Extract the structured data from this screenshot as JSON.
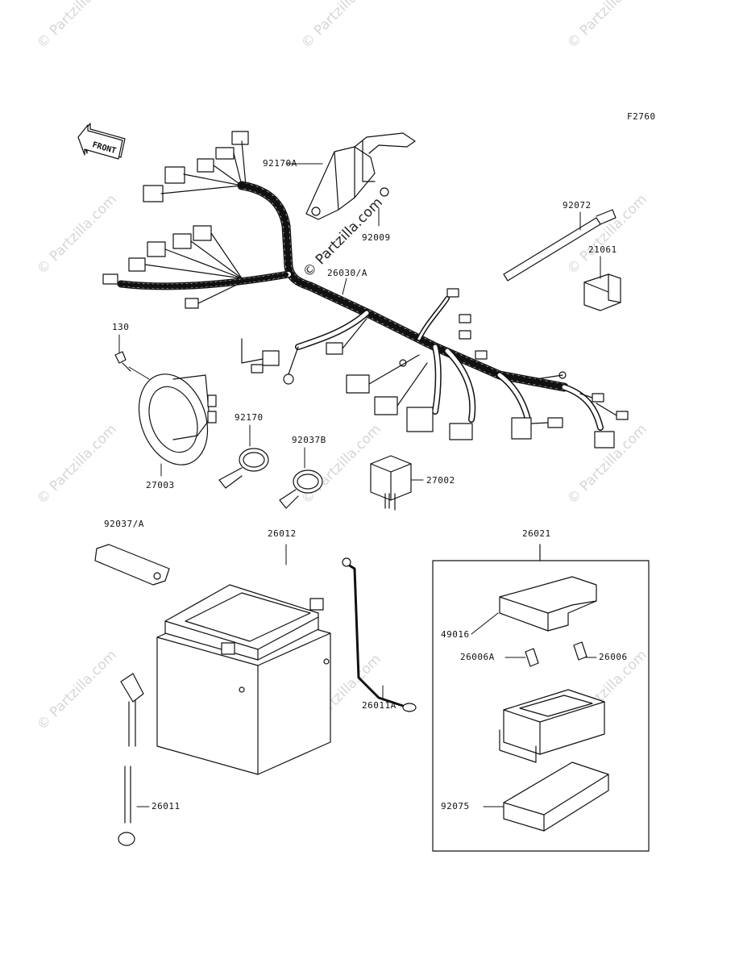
{
  "figure_code": "F2760",
  "front_label": "FRONT",
  "watermark_text": "© Partzilla.com",
  "center_watermark_text": "© Partzilla.com",
  "parts": [
    {
      "id": "92170A"
    },
    {
      "id": "92009"
    },
    {
      "id": "26030/A"
    },
    {
      "id": "92072"
    },
    {
      "id": "21061"
    },
    {
      "id": "130"
    },
    {
      "id": "27003"
    },
    {
      "id": "92170"
    },
    {
      "id": "92037B"
    },
    {
      "id": "27002"
    },
    {
      "id": "92037/A"
    },
    {
      "id": "26012"
    },
    {
      "id": "26011A"
    },
    {
      "id": "26011"
    },
    {
      "id": "26021"
    },
    {
      "id": "49016"
    },
    {
      "id": "26006A"
    },
    {
      "id": "26006"
    },
    {
      "id": "92075"
    }
  ]
}
